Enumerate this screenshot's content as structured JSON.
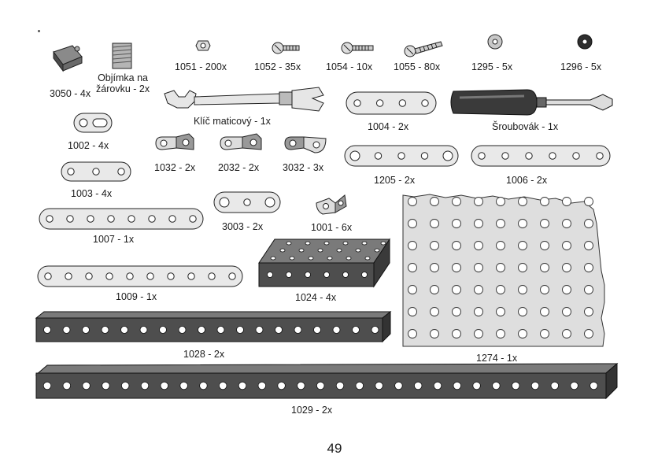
{
  "page_number": "49",
  "parts": {
    "p3050": "3050 - 4x",
    "lamp": "Objímka na\nžárovku - 2x",
    "p1051": "1051 - 200x",
    "p1052": "1052 - 35x",
    "p1054": "1054 - 10x",
    "p1055": "1055 - 80x",
    "p1295": "1295 - 5x",
    "p1296": "1296 - 5x",
    "wrench": "Klíč maticový - 1x",
    "p1004": "1004 - 2x",
    "screwdriver": "Šroubovák - 1x",
    "p1002": "1002 - 4x",
    "p1032": "1032 - 2x",
    "p2032": "2032 - 2x",
    "p3032": "3032 - 3x",
    "p1205": "1205 - 2x",
    "p1006": "1006 - 2x",
    "p1003": "1003 - 4x",
    "p3003": "3003 - 2x",
    "p1001": "1001 - 6x",
    "p1007": "1007 - 1x",
    "p1024": "1024 - 4x",
    "p1009": "1009 - 1x",
    "p1028": "1028 - 2x",
    "p1274": "1274 - 1x",
    "p1029": "1029 - 2x"
  },
  "colors": {
    "metal_light": "#e9e9e9",
    "metal_dark": "#5a5a5a",
    "outline": "#222222",
    "handle": "#3a3a3a"
  }
}
